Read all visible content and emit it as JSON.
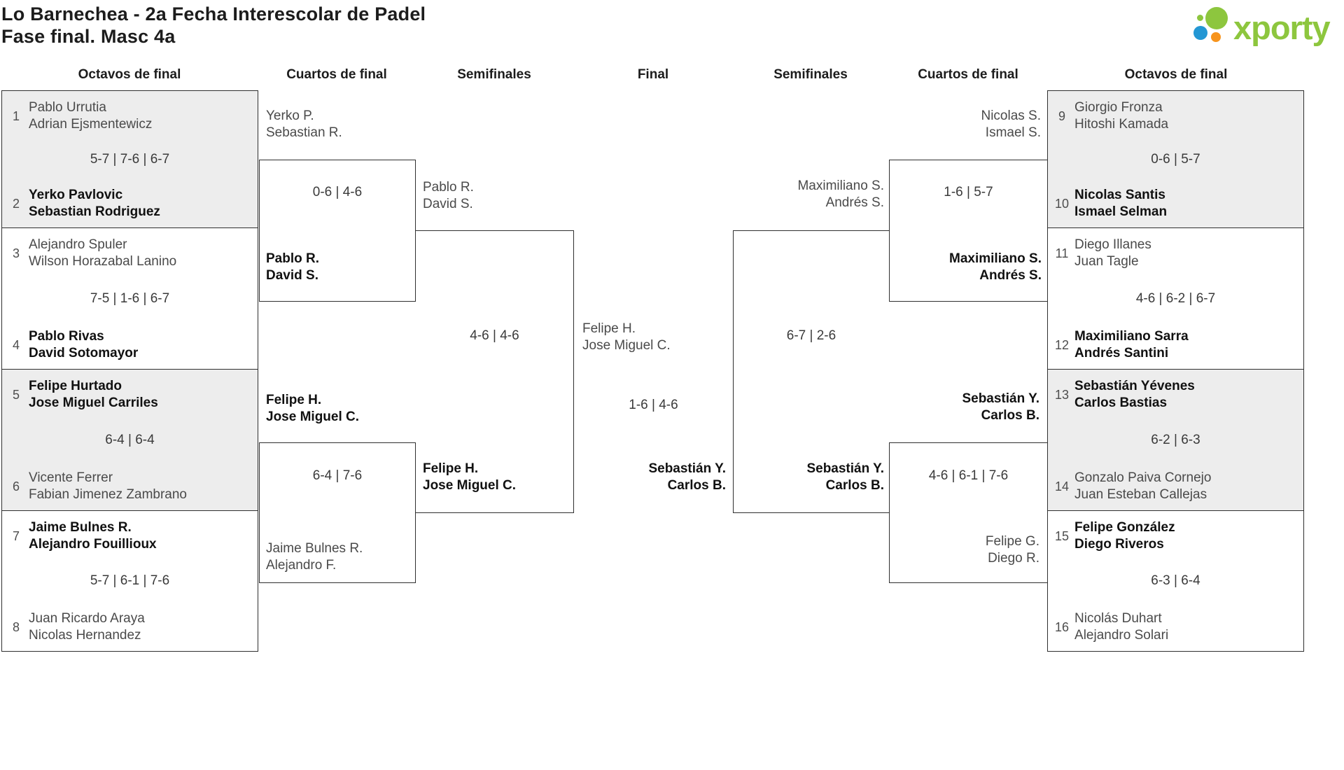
{
  "title": {
    "line1": "Lo Barnechea - 2a Fecha Interescolar de Padel",
    "line2": "Fase final. Masc 4a"
  },
  "logo": {
    "brand": "xporty"
  },
  "colors": {
    "winner_text": "#111111",
    "loser_text": "#4a4a4a",
    "box_border": "#2f2f2f",
    "box_gray_bg": "#ededed",
    "brand_green": "#8dc63e",
    "brand_blue": "#2397d4",
    "brand_orange": "#f7941d"
  },
  "headers": [
    "Octavos de final",
    "Cuartos de final",
    "Semifinales",
    "Final",
    "Semifinales",
    "Cuartos de final",
    "Octavos de final"
  ],
  "r16": [
    {
      "seed_top": "1",
      "top1": "Pablo Urrutia",
      "top2": "Adrian Ejsmentewicz",
      "score": "5-7 | 7-6 | 6-7",
      "seed_bottom": "2",
      "bot1": "Yerko Pavlovic",
      "bot2": "Sebastian Rodriguez",
      "winner": "bottom"
    },
    {
      "seed_top": "3",
      "top1": "Alejandro Spuler",
      "top2": "Wilson Horazabal Lanino",
      "score": "7-5 | 1-6 | 6-7",
      "seed_bottom": "4",
      "bot1": "Pablo Rivas",
      "bot2": "David Sotomayor",
      "winner": "bottom"
    },
    {
      "seed_top": "5",
      "top1": "Felipe Hurtado",
      "top2": "Jose Miguel Carriles",
      "score": "6-4 | 6-4",
      "seed_bottom": "6",
      "bot1": "Vicente Ferrer",
      "bot2": "Fabian Jimenez Zambrano",
      "winner": "top"
    },
    {
      "seed_top": "7",
      "top1": "Jaime Bulnes R.",
      "top2": "Alejandro Fouillioux",
      "score": "5-7 | 6-1 | 7-6",
      "seed_bottom": "8",
      "bot1": "Juan Ricardo Araya",
      "bot2": "Nicolas Hernandez",
      "winner": "top"
    },
    {
      "seed_top": "9",
      "top1": "Giorgio Fronza",
      "top2": "Hitoshi Kamada",
      "score": "0-6 | 5-7",
      "seed_bottom": "10",
      "bot1": "Nicolas Santis",
      "bot2": "Ismael Selman",
      "winner": "bottom"
    },
    {
      "seed_top": "11",
      "top1": "Diego Illanes",
      "top2": "Juan Tagle",
      "score": "4-6 | 6-2 | 6-7",
      "seed_bottom": "12",
      "bot1": "Maximiliano Sarra",
      "bot2": "Andrés Santini",
      "winner": "bottom"
    },
    {
      "seed_top": "13",
      "top1": "Sebastián Yévenes",
      "top2": "Carlos Bastias",
      "score": "6-2 | 6-3",
      "seed_bottom": "14",
      "bot1": "Gonzalo Paiva Cornejo",
      "bot2": "Juan Esteban Callejas",
      "winner": "top"
    },
    {
      "seed_top": "15",
      "top1": "Felipe González",
      "top2": "Diego Riveros",
      "score": "6-3 | 6-4",
      "seed_bottom": "16",
      "bot1": "Nicolás Duhart",
      "bot2": "Alejandro Solari",
      "winner": "top"
    }
  ],
  "qf": [
    {
      "t1a": "Yerko P.",
      "t1b": "Sebastian R.",
      "score": "0-6 | 4-6",
      "t2a": "Pablo R.",
      "t2b": "David S.",
      "winner": "bottom"
    },
    {
      "t1a": "Felipe H.",
      "t1b": "Jose Miguel C.",
      "score": "6-4 | 7-6",
      "t2a": "Jaime Bulnes R.",
      "t2b": "Alejandro F.",
      "winner": "top"
    },
    {
      "t1a": "Nicolas S.",
      "t1b": "Ismael S.",
      "score": "1-6 | 5-7",
      "t2a": "Maximiliano S.",
      "t2b": "Andrés S.",
      "winner": "bottom"
    },
    {
      "t1a": "Sebastián Y.",
      "t1b": "Carlos B.",
      "score": "4-6 | 6-1 | 7-6",
      "t2a": "Felipe G.",
      "t2b": "Diego R.",
      "winner": "top"
    }
  ],
  "sf": [
    {
      "t1a": "Pablo R.",
      "t1b": "David S.",
      "score": "4-6 | 4-6",
      "t2a": "Felipe H.",
      "t2b": "Jose Miguel C.",
      "winner": "bottom"
    },
    {
      "t1a": "Maximiliano S.",
      "t1b": "Andrés S.",
      "score": "6-7 | 2-6",
      "t2a": "Sebastián Y.",
      "t2b": "Carlos B.",
      "winner": "bottom"
    }
  ],
  "final": {
    "t1a": "Felipe H.",
    "t1b": "Jose Miguel C.",
    "score": "1-6 | 4-6",
    "t2a": "Sebastián Y.",
    "t2b": "Carlos B.",
    "winner": "bottom"
  }
}
